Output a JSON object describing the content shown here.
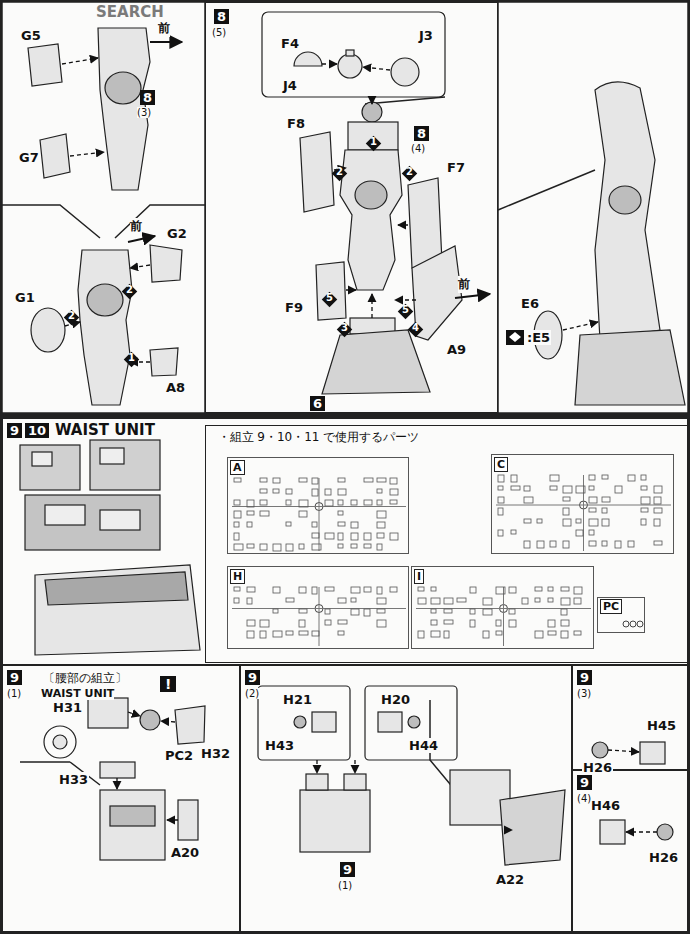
{
  "diagram": {
    "nodes": [
      {
        "text": [
          "8",
          "(5)"
        ]
      },
      {
        "text": [
          "9",
          "10",
          "WAIST UNIT"
        ]
      },
      {
        "text": [
          "・組立 9・10・11 で使用するパーツ"
        ],
        "in": 1
      },
      {
        "text": [
          "A"
        ],
        "in": 2
      },
      {
        "text": [
          "C"
        ],
        "in": 2
      },
      {
        "text": [
          "H"
        ],
        "in": 2
      },
      {
        "text": [
          "I"
        ],
        "in": 2
      },
      {
        "text": [
          "PC"
        ],
        "in": 2
      },
      {
        "text": [
          "9",
          "(1)",
          "〔腰部の組立〕",
          "WAIST UNIT"
        ]
      },
      {
        "text": [
          "9",
          "(2)"
        ]
      },
      {
        "text": [
          "9",
          "(3)"
        ]
      },
      {
        "text": [
          "9",
          "(4)"
        ]
      }
    ],
    "labels": [
      "SEARCH",
      "G5",
      "前",
      "8",
      "(3)",
      "G7",
      "前",
      "G2",
      "G1",
      "2",
      "2",
      "1",
      "A8",
      "F4",
      "J3",
      "J4",
      "F8",
      "8",
      "(4)",
      "1",
      "2",
      "2",
      "F7",
      "F9",
      "5",
      "5",
      "前",
      "3",
      "4",
      "A9",
      "6",
      "E6",
      ":E5",
      "!",
      "PC2",
      "H31",
      "H32",
      "H33",
      "A20",
      "H21",
      "H20",
      "H43",
      "H44",
      "9",
      "(1)",
      "A22",
      "H26",
      "H45",
      "H46",
      "H26"
    ]
  }
}
